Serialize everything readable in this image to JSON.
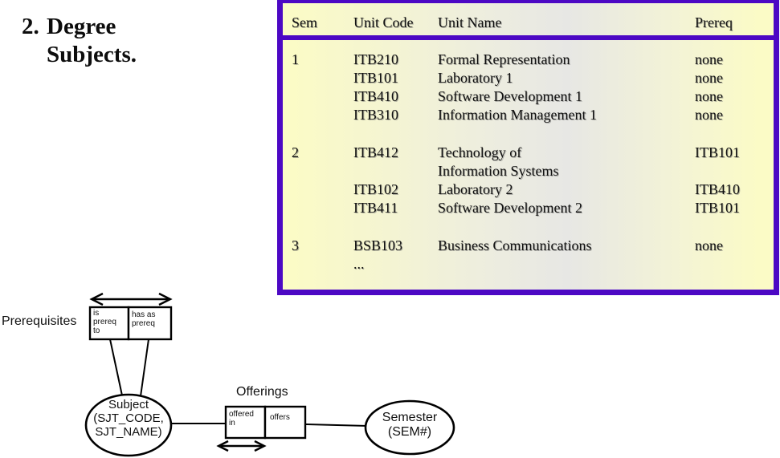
{
  "slide": {
    "title": {
      "number": "2.",
      "line1": "Degree",
      "line2": "Subjects."
    }
  },
  "table": {
    "headers": {
      "sem": "Sem",
      "unit_code": "Unit Code",
      "unit_name": "Unit Name",
      "prereq": "Prereq"
    },
    "rows": [
      {
        "sem": "1",
        "code": "ITB210",
        "name": "Formal Representation",
        "prereq": "none"
      },
      {
        "sem": "",
        "code": "ITB101",
        "name": "Laboratory 1",
        "prereq": "none"
      },
      {
        "sem": "",
        "code": "ITB410",
        "name": "Software Development 1",
        "prereq": "none"
      },
      {
        "sem": "",
        "code": "ITB310",
        "name": "Information Management 1",
        "prereq": "none"
      },
      {
        "sem": "2",
        "code": "ITB412",
        "name": "Technology of",
        "prereq": "ITB101"
      },
      {
        "sem": "",
        "code": "",
        "name": "Information Systems",
        "prereq": ""
      },
      {
        "sem": "",
        "code": "ITB102",
        "name": "Laboratory 2",
        "prereq": "ITB410"
      },
      {
        "sem": "",
        "code": "ITB411",
        "name": "Software Development 2",
        "prereq": "ITB101"
      },
      {
        "sem": "3",
        "code": "BSB103",
        "name": "Business Communications",
        "prereq": "none"
      },
      {
        "sem": "",
        "code": "...",
        "name": "",
        "prereq": ""
      }
    ]
  },
  "diagram": {
    "prerequisites_label": "Prerequisites",
    "is_prereq_to": "is\nprereq\nto",
    "has_as_prereq": "has as\nprereq",
    "offerings_label": "Offerings",
    "offered_in": "offered\nin",
    "offers": "offers",
    "subject_entity": "Subject\n(SJT_CODE,\nSJT_NAME)",
    "semester_entity": "Semester\n(SEM#)"
  },
  "colors": {
    "table_border": "#4C08C4",
    "table_bg_edge": "#FBFBC6",
    "table_bg_mid": "#E7E7E4",
    "diagram_stroke": "#000000"
  }
}
